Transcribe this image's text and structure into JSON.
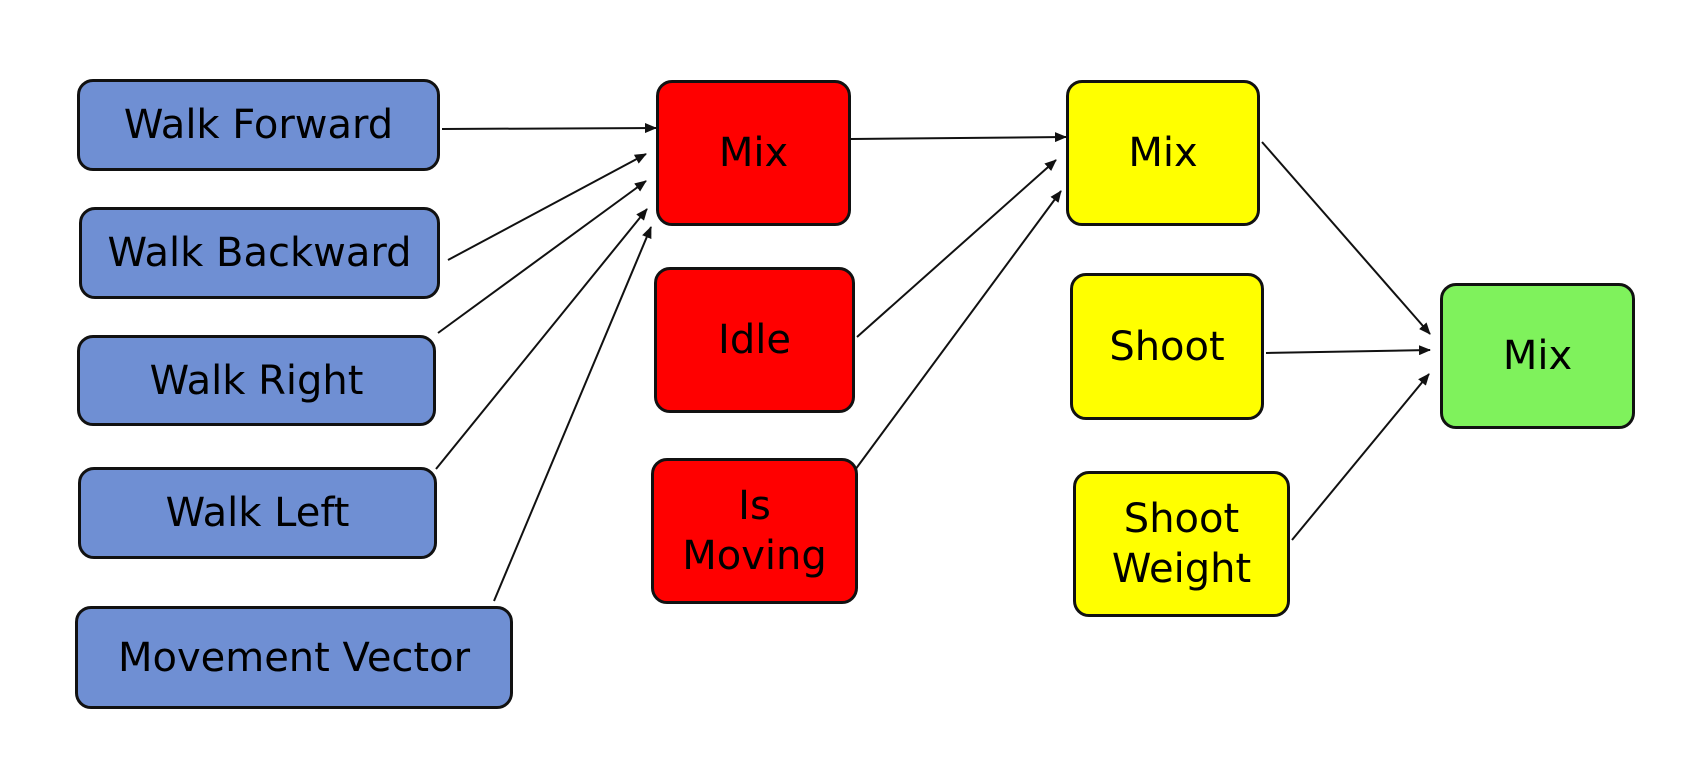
{
  "colors": {
    "input": "#6f8fd3",
    "stage1": "#ff0000",
    "stage2": "#ffff00",
    "output": "#7ff25c"
  },
  "nodes": {
    "walk_forward": "Walk Forward",
    "walk_backward": "Walk Backward",
    "walk_right": "Walk Right",
    "walk_left": "Walk Left",
    "movement_vector": "Movement Vector",
    "mix1": "Mix",
    "idle": "Idle",
    "is_moving": "Is\nMoving",
    "mix2": "Mix",
    "shoot": "Shoot",
    "shoot_weight": "Shoot\nWeight",
    "mix3": "Mix"
  },
  "edges": [
    [
      "walk_forward",
      "mix1"
    ],
    [
      "walk_backward",
      "mix1"
    ],
    [
      "walk_right",
      "mix1"
    ],
    [
      "walk_left",
      "mix1"
    ],
    [
      "movement_vector",
      "mix1"
    ],
    [
      "mix1",
      "mix2"
    ],
    [
      "idle",
      "mix2"
    ],
    [
      "is_moving",
      "mix2"
    ],
    [
      "mix2",
      "mix3"
    ],
    [
      "shoot",
      "mix3"
    ],
    [
      "shoot_weight",
      "mix3"
    ]
  ]
}
